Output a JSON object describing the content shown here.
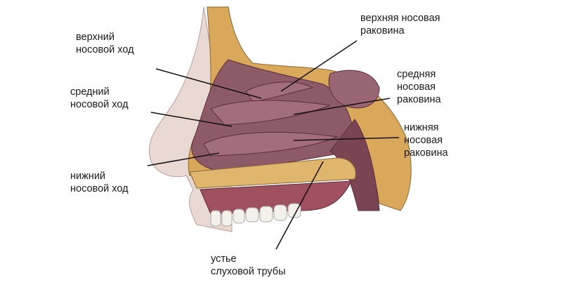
{
  "labels": {
    "superior_meatus": "верхний\nносовой ход",
    "middle_meatus": "средний\nносовой ход",
    "inferior_meatus": "нижний\nносовой ход",
    "superior_concha": "верхняя носовая\nраковина",
    "middle_concha": "средняя\nносовая\nраковина",
    "inferior_concha": "нижняя\nносовая\nраковина",
    "tube_opening": "устье\nслуховой трубы"
  },
  "colors": {
    "mucosa": "#8e5a68",
    "mucosa_dark": "#5a2e3c",
    "bone": "#d9a85a",
    "bone_light": "#f1d9a8",
    "skin": "#e9d6d0",
    "teeth": "#f4f1ea"
  }
}
